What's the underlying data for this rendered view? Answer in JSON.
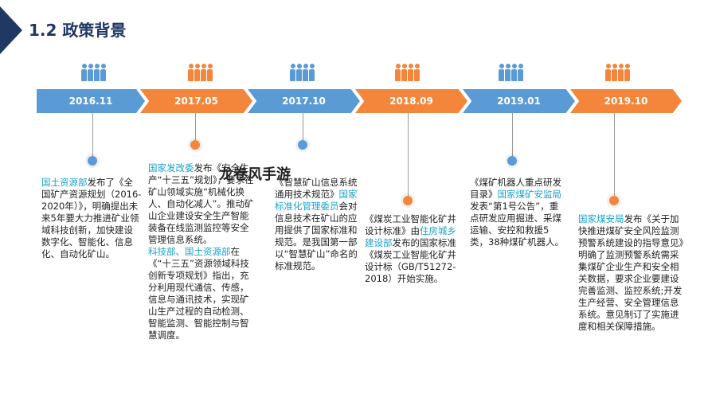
{
  "header": {
    "title": "1.2 政策背景"
  },
  "timeline": [
    {
      "date": "2016.11",
      "color": "blue"
    },
    {
      "date": "2017.05",
      "color": "orange"
    },
    {
      "date": "2017.10",
      "color": "blue"
    },
    {
      "date": "2018.09",
      "color": "orange"
    },
    {
      "date": "2019.01",
      "color": "blue"
    },
    {
      "date": "2019.10",
      "color": "orange"
    }
  ],
  "entries": {
    "e1": {
      "org": "国土资源部",
      "text": "发布了《全国矿产资源规划（2016- 2020年）》，明确提出未来5年要大力推进矿业领域科技创新，加快建设数字化、智能化、信息化、自动化矿山。"
    },
    "e2": {
      "org1": "国家发改委",
      "text1": "发布《安全生产“十三五”规划》，要求在矿山领域实施“机械化换人、自动化减人”。推动矿山企业建设安全生产智能装备在线监测监控等安全管理信息系统。",
      "org2": "科技部、国土资源部",
      "text2": "在《“十三五”资源领域科技创新专项规划》指出，充分利用现代通信、传感，信息与通讯技术，实现矿山生产过程的自动检测、智能监测、智能控制与智慧调度。"
    },
    "e3": {
      "pre": "《智慧矿山信息系统通用技术规范》",
      "org": "国家标准化管理委员",
      "text": "会对信息技术在矿山的应用提供了国家标准和规范。是我国第一部以“智慧矿山”命名的标准规范。"
    },
    "e4": {
      "pre": "《煤炭工业智能化矿井设计标准》由",
      "org": "住房城乡建设部",
      "text": "发布的国家标准《煤炭工业智能化矿井设计标（GB/T51272-2018）开始实施。"
    },
    "e5": {
      "pre": "《煤矿机器人重点研发目录》",
      "org": "国家煤矿安监局",
      "text": "发表“第1号公告”，重点研发应用掘进、采煤运输、安控和救援5类，38种煤矿机器人。"
    },
    "e6": {
      "org": "国家煤安局",
      "text": "发布《关于加快推进煤矿安全风险监测预警系统建设的指导意见》明确了监测预警系统需采集煤矿企业生产和安全相关数据，要求企业要建设完善监测、监控系统;开发生产经营、安全管理信息系统。意见制订了实施进度和相关保障措施。"
    }
  },
  "watermark": "龙卷风手游",
  "colors": {
    "blue": "#5b9bd5",
    "orange": "#f4863c",
    "highlight": "#1aa0c8",
    "title": "#1f3864"
  }
}
